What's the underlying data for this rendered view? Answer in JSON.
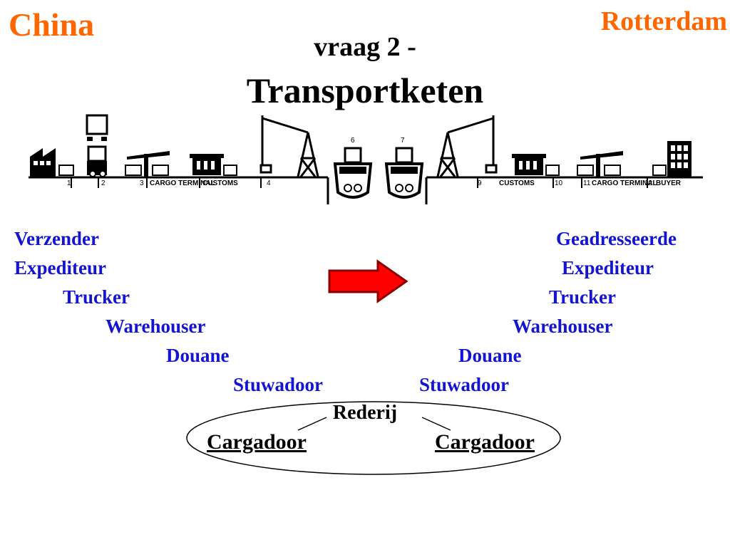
{
  "header": {
    "origin": "China",
    "destination": "Rotterdam",
    "title_line1": "vraag 2 -",
    "title_line2": "Transportketen"
  },
  "illustration": {
    "stations": [
      "1",
      "2",
      "3",
      "4",
      "6",
      "7",
      "9",
      "10",
      "11",
      "12"
    ],
    "labels": {
      "cargo_terminal_left": "CARGO TERMINAL",
      "customs_left": "CUSTOMS",
      "customs_right": "CUSTOMS",
      "cargo_terminal_right": "CARGO TERMINAL",
      "buyer": "BUYER"
    }
  },
  "origin_chain": [
    "Verzender",
    "Expediteur",
    "Trucker",
    "Warehouser",
    "Douane",
    "Stuwadoor"
  ],
  "destination_chain": [
    "Geadresseerde",
    "Expediteur",
    "Trucker",
    "Warehouser",
    "Douane",
    "Stuwadoor"
  ],
  "shipping": {
    "rederij": "Rederij",
    "cargadoor_left": "Cargadoor",
    "cargadoor_right": "Cargadoor"
  },
  "colors": {
    "origin_destination": "#ff6600",
    "chain_text": "#1414d2",
    "arrow_fill": "#ff0000"
  }
}
